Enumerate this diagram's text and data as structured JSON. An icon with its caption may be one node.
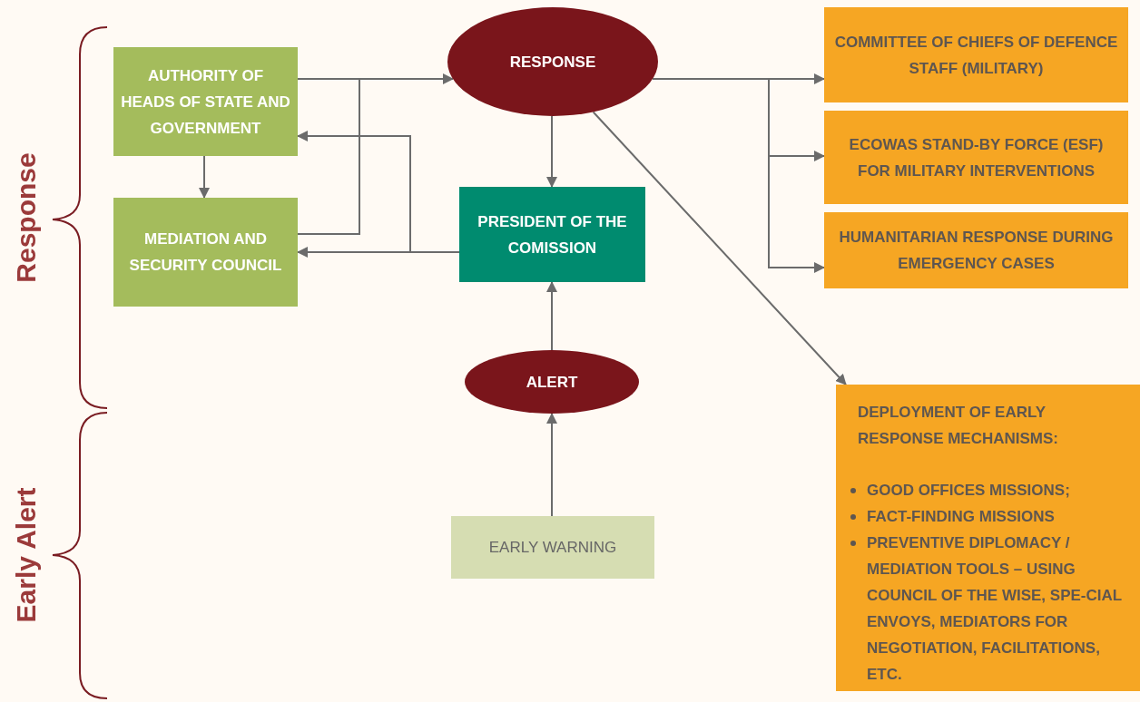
{
  "diagram": {
    "nodes": [
      {
        "text": [
          "AUTHORITY OF HEADS OF STATE AND GOVERNMENT"
        ]
      },
      {
        "text": [
          "MEDIATION AND SECURITY COUNCIL"
        ]
      },
      {
        "text": [
          "RESPONSE"
        ]
      },
      {
        "text": [
          "PRESIDENT OF THE COMISSION"
        ]
      },
      {
        "text": [
          "ALERT"
        ]
      },
      {
        "text": [
          "EARLY WARNING"
        ]
      },
      {
        "text": [
          "COMMITTEE OF CHIEFS OF DEFENCE STAFF (MILITARY)"
        ]
      },
      {
        "text": [
          "ECOWAS STAND-BY FORCE (ESF) FOR MILITARY INTERVENTIONS"
        ]
      },
      {
        "text": [
          "HUMANITARIAN RESPONSE DURING EMERGENCY CASES"
        ]
      },
      {
        "text": [
          "DEPLOYMENT OF EARLY RESPONSE MECHANISMS:",
          "GOOD OFFICES MISSIONS;",
          "FACT-FINDING MISSIONS",
          "PREVENTIVE DIPLOMACY / MEDIATION TOOLS – USING COUNCIL OF THE WISE, SPE-CIAL ENVOYS, MEDIATORS FOR NEGOTIATION, FACILITATIONS, ETC."
        ]
      }
    ],
    "edges": [
      {
        "from": 2,
        "to": 0,
        "arrow": "none"
      },
      {
        "from": 1,
        "to": 2,
        "arrow": "to"
      },
      {
        "from": 3,
        "to": 0,
        "arrow": "to"
      },
      {
        "from": 3,
        "to": 1,
        "arrow": "to"
      },
      {
        "from": 0,
        "to": 1,
        "arrow": "to"
      },
      {
        "from": 2,
        "to": 3,
        "arrow": "to"
      },
      {
        "from": 4,
        "to": 3,
        "arrow": "to"
      },
      {
        "from": 5,
        "to": 4,
        "arrow": "to"
      },
      {
        "from": 2,
        "to": 6,
        "arrow": "to"
      },
      {
        "from": 2,
        "to": 7,
        "arrow": "to"
      },
      {
        "from": 2,
        "to": 8,
        "arrow": "to"
      },
      {
        "from": 2,
        "to": 9,
        "arrow": "to"
      }
    ],
    "labels": [
      "Response",
      "Early Alert"
    ]
  }
}
